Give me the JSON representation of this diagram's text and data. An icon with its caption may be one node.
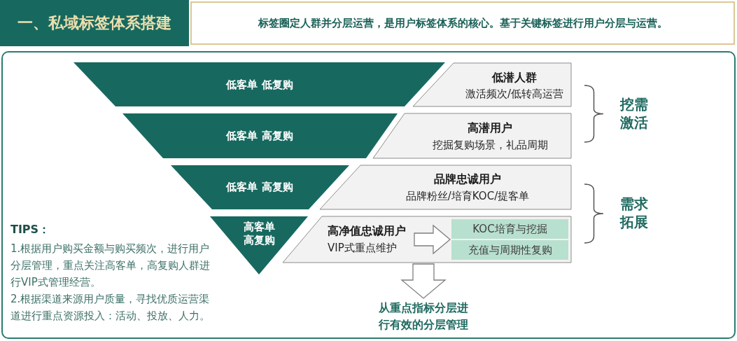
{
  "diagram": {
    "title": "一、私域标签体系搭建",
    "nodes": [
      {
        "text": [
          "标签圈定人群并分层运营，是用户标签体系的核心。基于关键标签进行用户分层与运营。"
        ]
      },
      {
        "text": [
          "低客单 低复购"
        ]
      },
      {
        "text": [
          "低潜人群",
          "激活频次/低转高运营"
        ]
      },
      {
        "text": [
          "低客单 高复购"
        ]
      },
      {
        "text": [
          "高潜用户",
          "挖掘复购场景，礼品周期"
        ]
      },
      {
        "text": [
          "低客单 高复购"
        ]
      },
      {
        "text": [
          "品牌忠诚用户",
          "品牌粉丝/培育KOC/提客单"
        ]
      },
      {
        "text": [
          "高客单高复购"
        ]
      },
      {
        "text": [
          "高净值忠诚用户",
          "VIP式重点维护"
        ]
      },
      {
        "text": [
          "KOC培育与挖掘"
        ],
        "in": 8
      },
      {
        "text": [
          "充值与周期性复购"
        ],
        "in": 8
      },
      {
        "text": [
          "从重点指标分层进行有效的分层管理"
        ]
      }
    ],
    "edges": [
      {
        "from": 8,
        "to": 9,
        "arrow": "to"
      },
      {
        "from": 8,
        "to": 10,
        "arrow": "to"
      },
      {
        "from": 8,
        "to": 11,
        "arrow": "to"
      }
    ],
    "labels": [
      "挖需激活",
      "需求拓展",
      "TIPS：",
      "1.根据用户购买金额与购买频次，进行用户分层管理，重点关注高客单，高复购人群进行VIP式管理经营。",
      "2.根据渠道来源用户质量，寻找优质运营渠道进行重点资源投入：活动、投放、人力。"
    ]
  }
}
